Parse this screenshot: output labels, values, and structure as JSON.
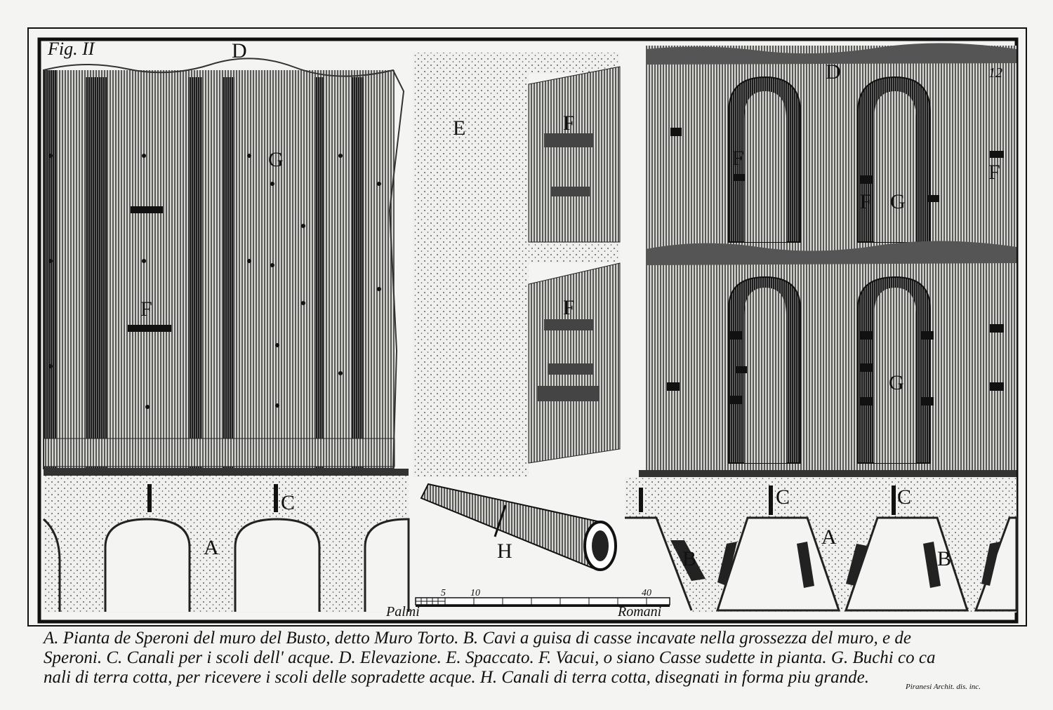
{
  "figure_label": "Fig. II",
  "plate_number": "12",
  "labels": {
    "A": "A",
    "B": "B",
    "C": "C",
    "D": "D",
    "E": "E",
    "F": "F",
    "G": "G",
    "H": "H"
  },
  "scale_bar": {
    "ticks": [
      "5",
      "10",
      "40"
    ],
    "unit_left": "Palmi",
    "unit_right": "Romani"
  },
  "caption": {
    "line1": "A. Pianta de Speroni del muro del Busto, detto Muro Torto. B. Cavi a guisa di casse incavate nella grossezza del muro, e de",
    "line2": "Speroni. C. Canali per i scoli dell' acque. D. Elevazione. E. Spaccato. F. Vacui, o siano Casse sudette in pianta. G. Buchi co ca",
    "line3": "nali di terra cotta, per ricevere i scoli delle sopradette acque. H. Canali di terra cotta, disegnati in forma piu grande."
  },
  "signature": "Piranesi Archit. dis. inc."
}
